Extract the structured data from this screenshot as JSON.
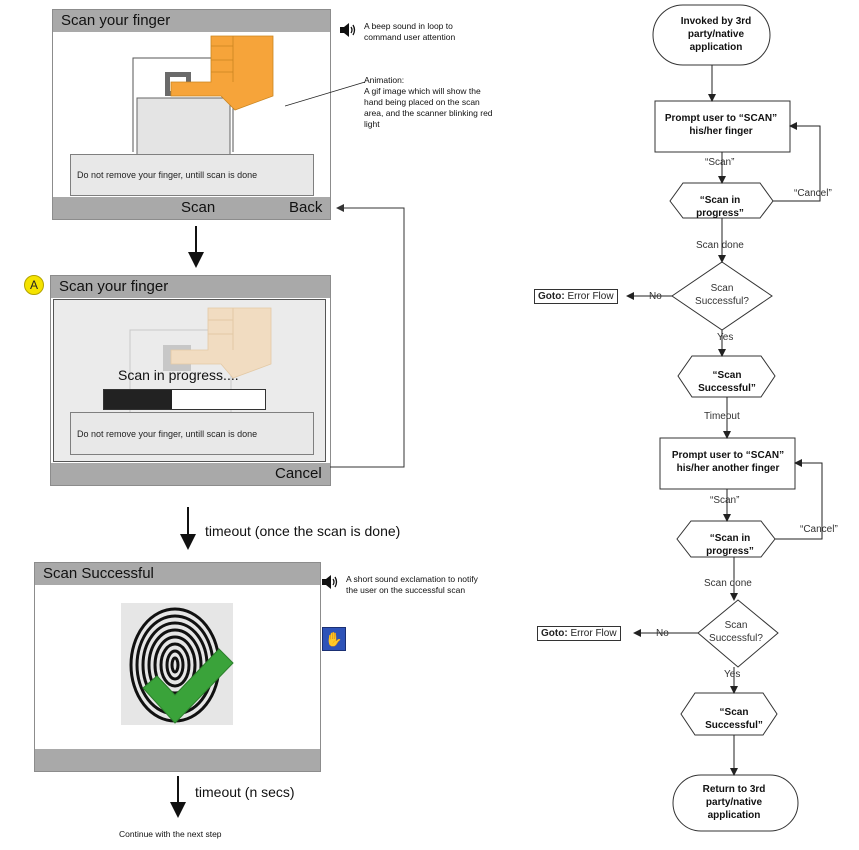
{
  "screen1": {
    "title": "Scan your finger",
    "notice": "Do not remove your finger, untill scan is done",
    "softkey_left": "Scan",
    "softkey_right": "Back"
  },
  "screen2": {
    "marker": "A",
    "title": "Scan your finger",
    "progress_text": "Scan in progress....",
    "progress_fraction": 0.42,
    "notice": "Do not remove your finger, untill scan is done",
    "softkey_right": "Cancel"
  },
  "screen3": {
    "title": "Scan Successful"
  },
  "annotations": {
    "beep": "A beep sound in loop to command user attention",
    "animation_title": "Animation:",
    "animation_body": "A gif image which will show the hand being placed on the scan area, and the scanner blinking red light",
    "success_sound": "A short sound exclamation to notify the user on the successful scan"
  },
  "transitions": {
    "timeout_scan_done": "timeout (once the scan is done)",
    "timeout_n": "timeout (n secs)",
    "continue": "Continue with the next step"
  },
  "flowchart": {
    "start": "Invoked by 3rd party/native application",
    "prompt1": "Prompt user to “SCAN” his/her finger",
    "scan_label": "“Scan”",
    "cancel_label": "“Cancel”",
    "in_progress": "“Scan in progress”",
    "scan_done": "Scan done",
    "decision": "Scan Successful?",
    "no": "No",
    "yes": "Yes",
    "goto_prefix": "Goto:",
    "goto_target": "Error Flow",
    "successful": "“Scan Successful”",
    "timeout": "Timeout",
    "prompt2": "Prompt user to “SCAN” his/her another finger",
    "end": "Return to 3rd party/native application"
  },
  "colors": {
    "titlebar": "#a9a9a9",
    "hand": "#f6a43a",
    "check": "#3aa33a",
    "marker": "#f5e300"
  }
}
